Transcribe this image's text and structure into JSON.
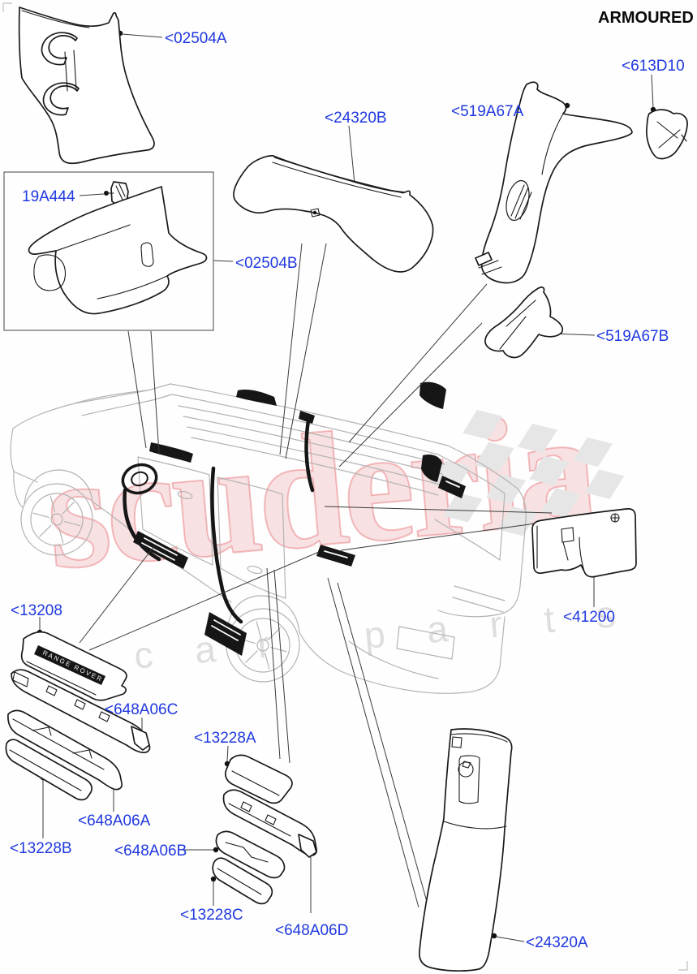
{
  "header": {
    "variant_label": "ARMOURED"
  },
  "watermark": {
    "brand": "scuderia",
    "tagline": "car parts"
  },
  "diagram": {
    "sill_badge": "RANGE ROVER",
    "labels": {
      "l02504A": "<02504A",
      "l24320B": "<24320B",
      "l519A67A": "<519A67A",
      "l613D10": "<613D10",
      "l19A444": "19A444",
      "l02504B": "<02504B",
      "l519A67B": "<519A67B",
      "l13208": "<13208",
      "l648A06C": "<648A06C",
      "l13228A": "<13228A",
      "l648A06A": "<648A06A",
      "l13228B": "<13228B",
      "l648A06B": "<648A06B",
      "l13228C": "<13228C",
      "l648A06D": "<648A06D",
      "l41200": "<41200",
      "l24320A": "<24320A"
    }
  },
  "colors": {
    "label_blue": "#2038e0",
    "watermark_red": "#e24a54",
    "car_line_gray": "#b3b3b3",
    "part_line_black": "#1a1a1a"
  }
}
